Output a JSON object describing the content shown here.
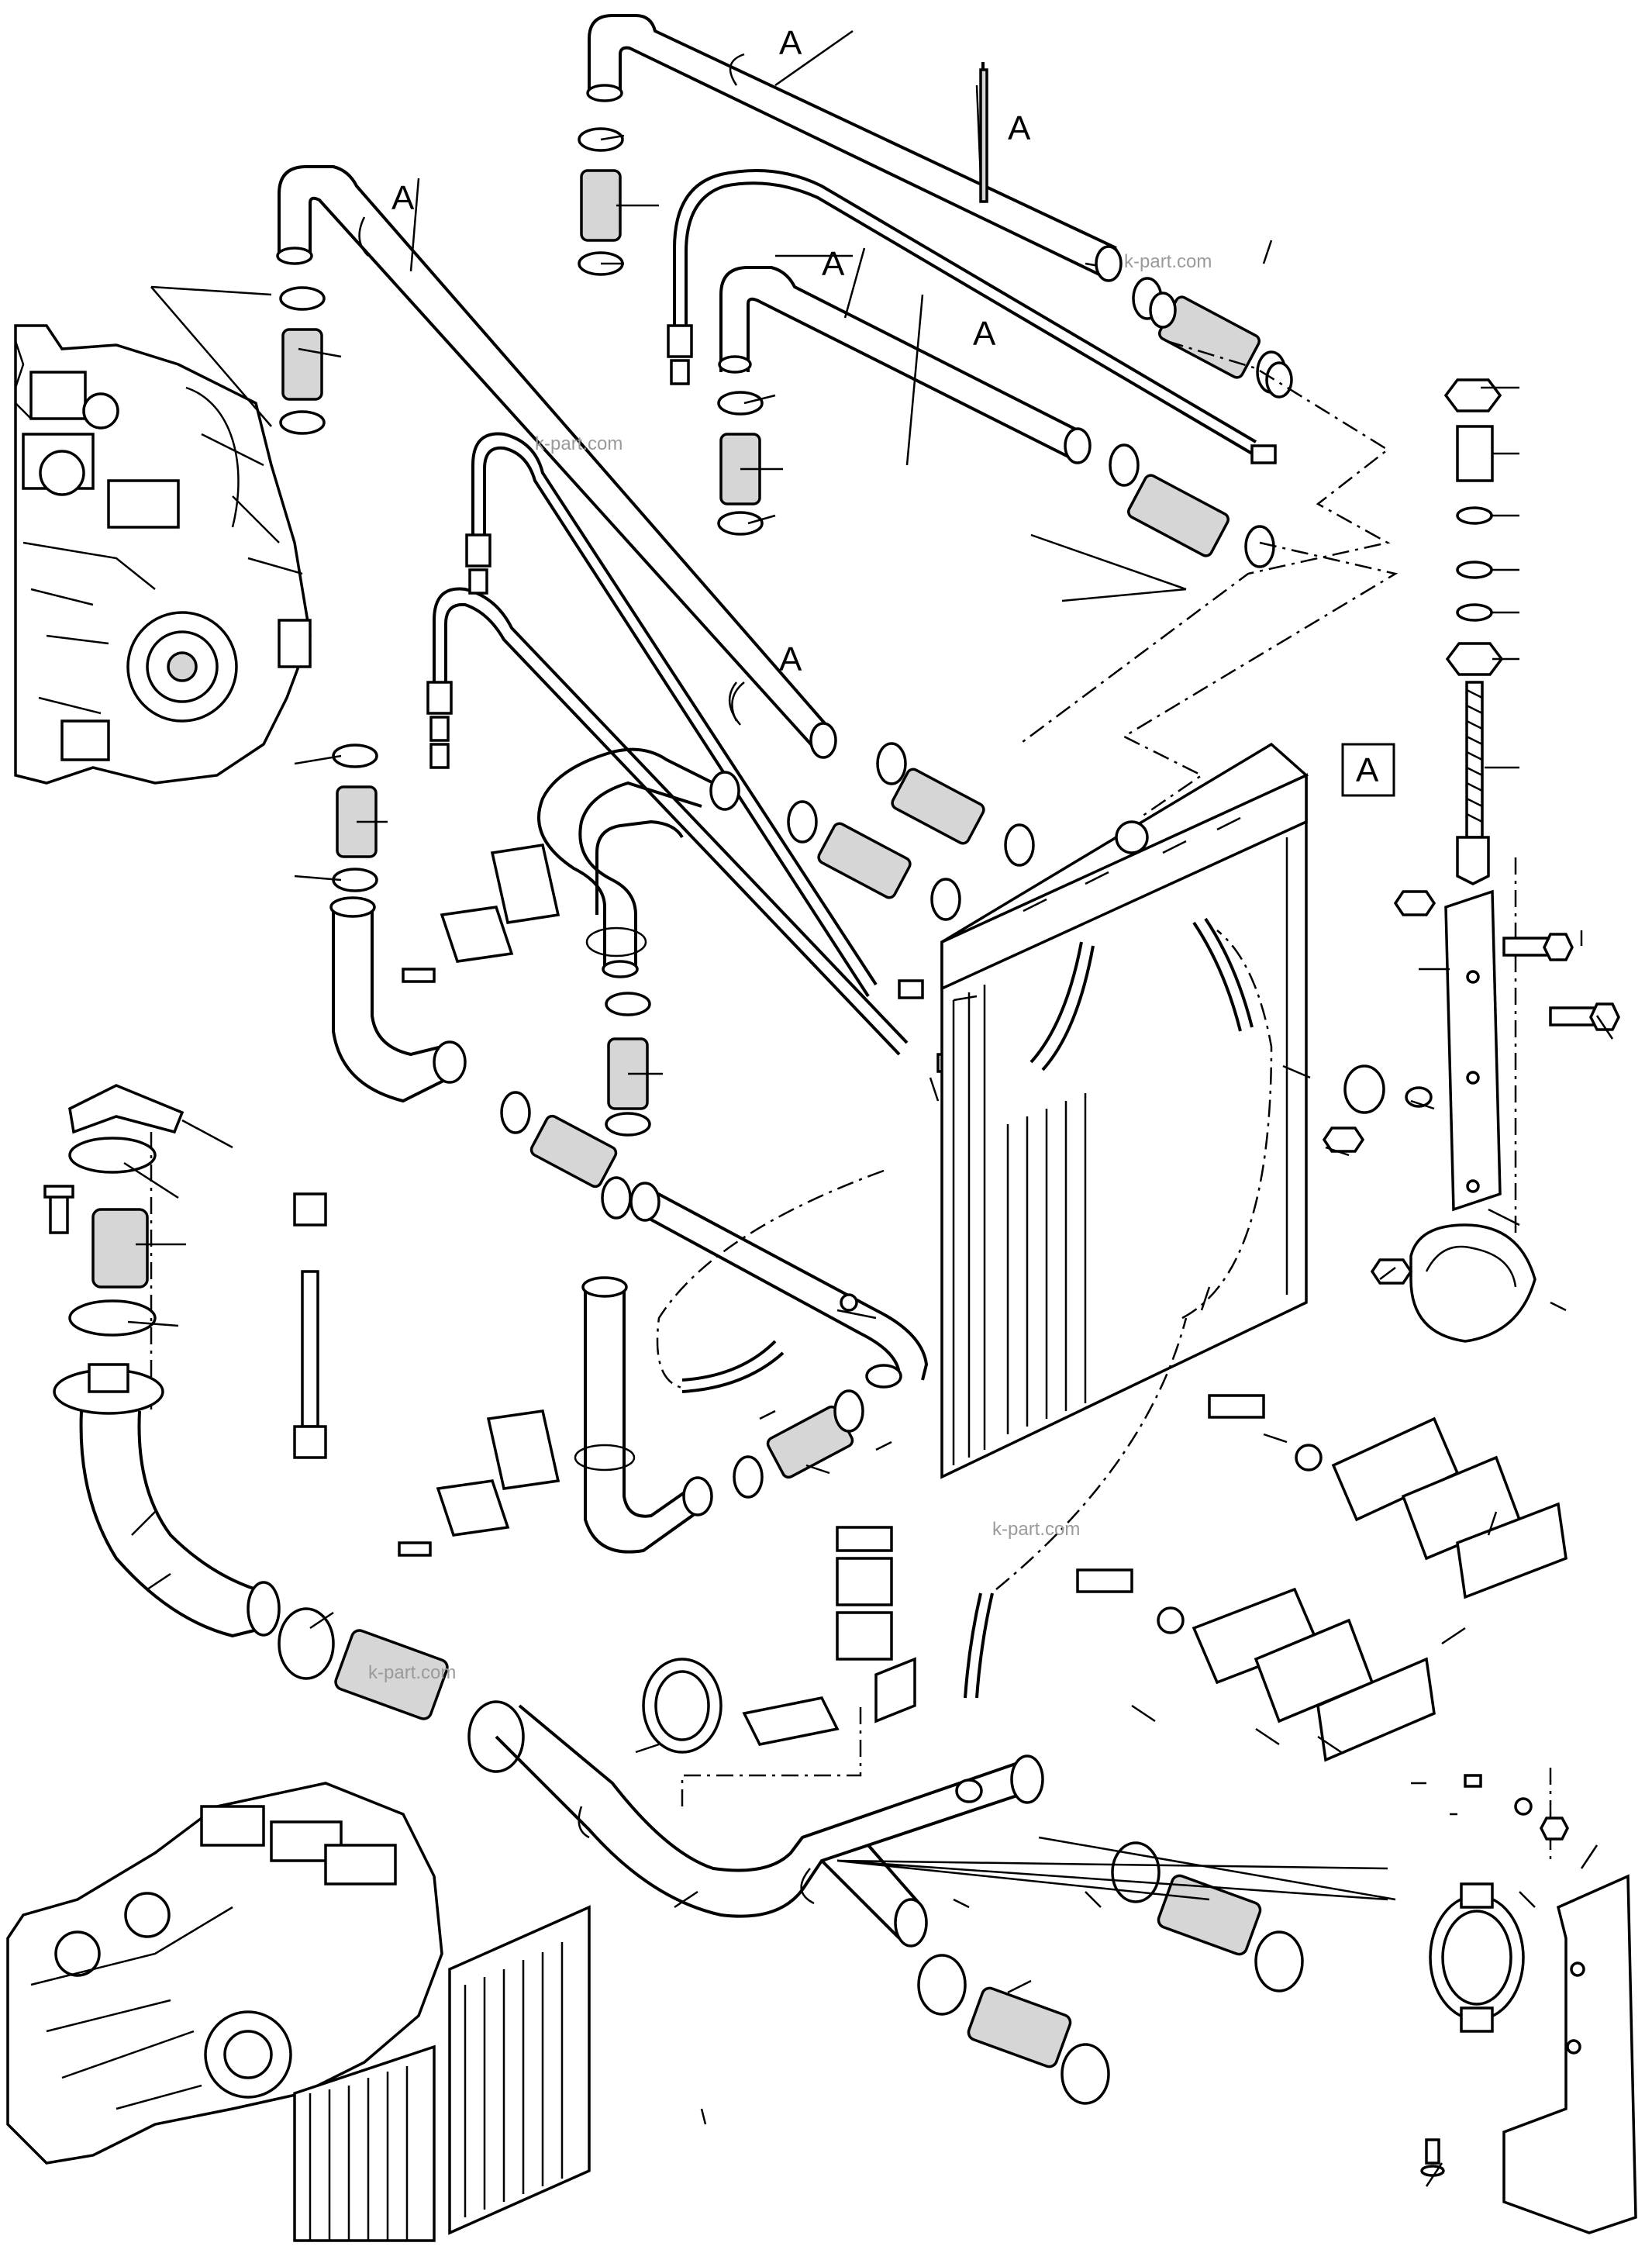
{
  "diagram": {
    "callout_letter": "A",
    "detail_box_label": "A",
    "watermark": "k-part.com"
  }
}
